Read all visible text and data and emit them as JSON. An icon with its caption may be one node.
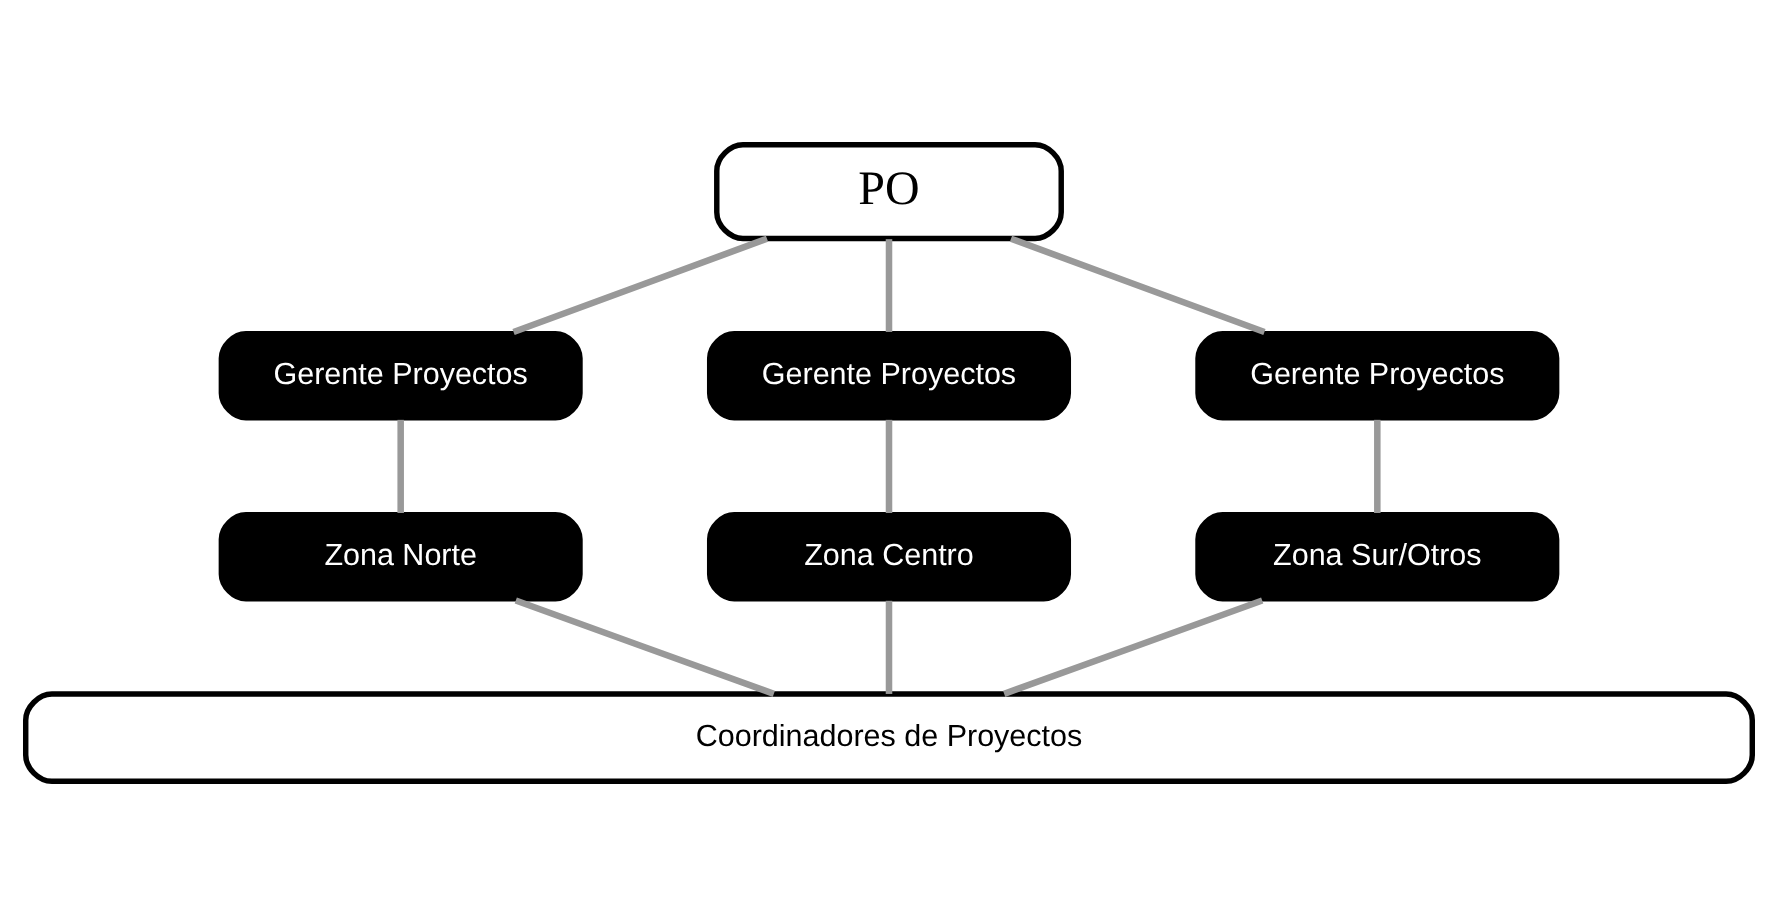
{
  "diagram": {
    "nodes": [
      {
        "text": [
          "PO"
        ]
      },
      {
        "text": [
          "Gerente Proyectos"
        ]
      },
      {
        "text": [
          "Gerente Proyectos"
        ]
      },
      {
        "text": [
          "Gerente Proyectos"
        ]
      },
      {
        "text": [
          "Zona Norte"
        ]
      },
      {
        "text": [
          "Zona Centro"
        ]
      },
      {
        "text": [
          "Zona Sur/Otros"
        ]
      },
      {
        "text": [
          "Coordinadores de Proyectos"
        ]
      }
    ],
    "edges": [
      {
        "from": 0,
        "to": 1,
        "arrow": "none"
      },
      {
        "from": 0,
        "to": 2,
        "arrow": "none"
      },
      {
        "from": 0,
        "to": 3,
        "arrow": "none"
      },
      {
        "from": 1,
        "to": 4,
        "arrow": "none"
      },
      {
        "from": 2,
        "to": 5,
        "arrow": "none"
      },
      {
        "from": 3,
        "to": 6,
        "arrow": "none"
      },
      {
        "from": 4,
        "to": 7,
        "arrow": "none"
      },
      {
        "from": 5,
        "to": 7,
        "arrow": "none"
      },
      {
        "from": 6,
        "to": 7,
        "arrow": "none"
      }
    ]
  }
}
